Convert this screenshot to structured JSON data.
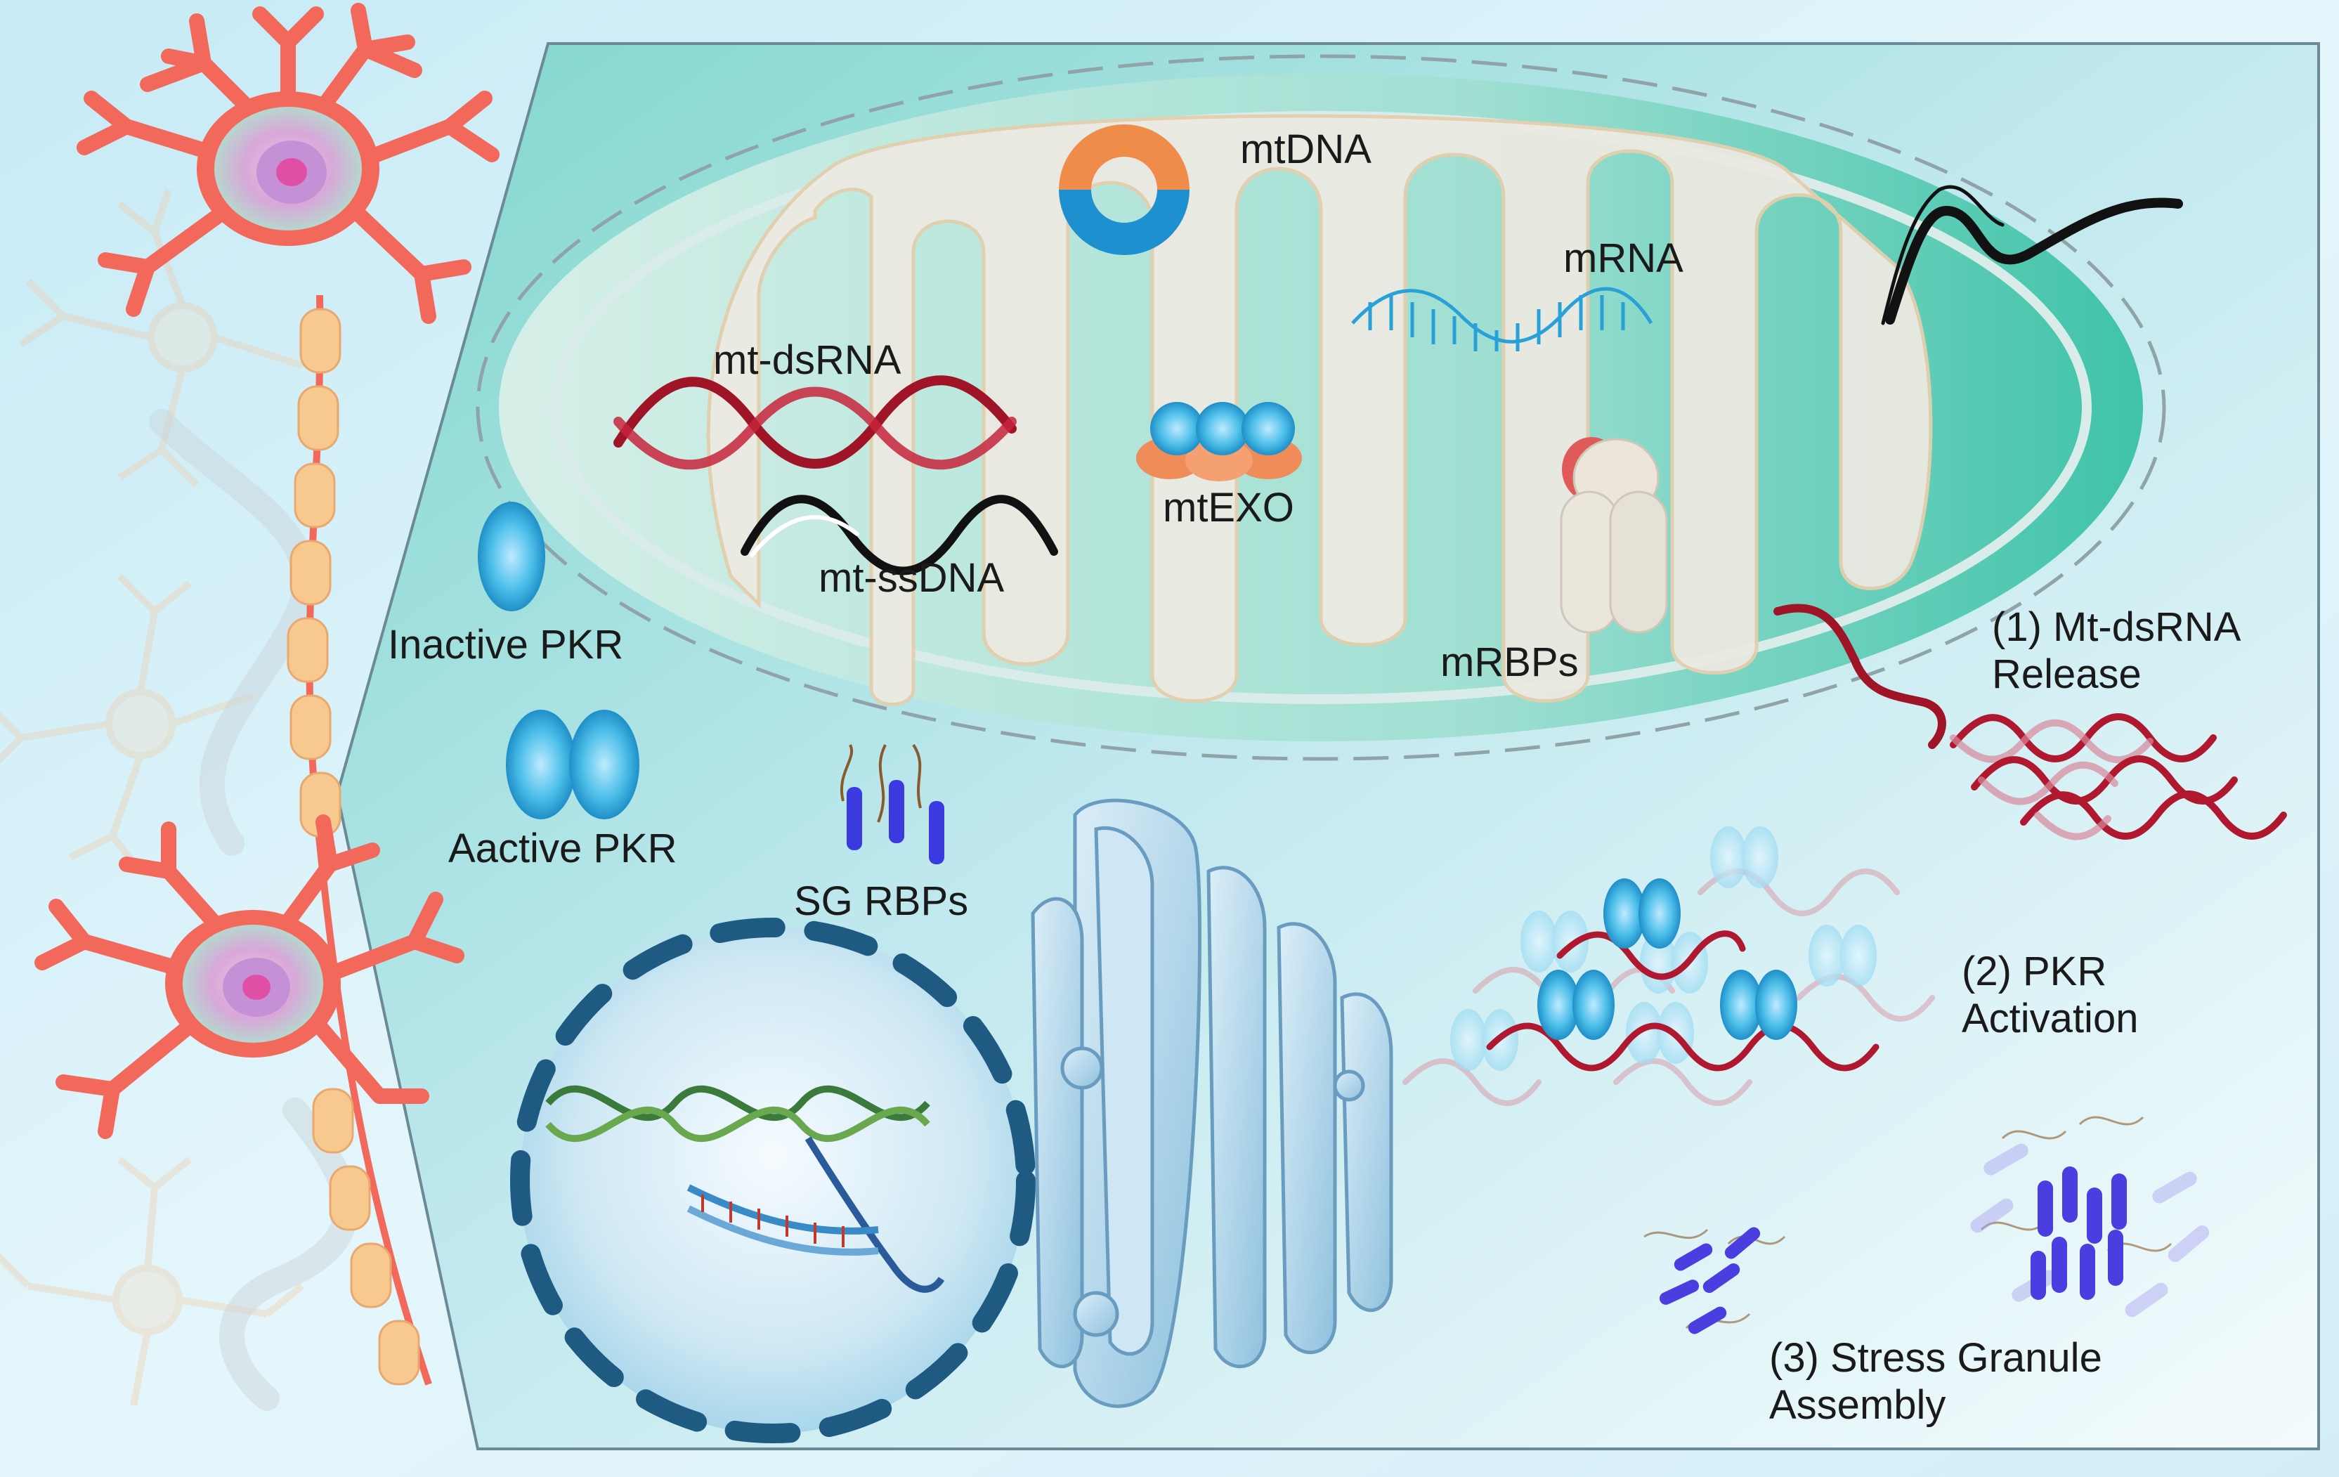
{
  "labels": {
    "mtdna": "mtDNA",
    "mrna": "mRNA",
    "mt_dsrna": "mt-dsRNA",
    "mt_ssdna": "mt-ssDNA",
    "mtexo": "mtEXO",
    "mrbps": "mRBPs",
    "inactive_pkr": "Inactive PKR",
    "active_pkr": "Aactive PKR",
    "sg_rbps": "SG RBPs"
  },
  "steps": [
    {
      "line1": "(1) Mt-dsRNA",
      "line2": "Release"
    },
    {
      "line1": "(2) PKR",
      "line2": "Activation"
    },
    {
      "line1": "(3) Stress Granule",
      "line2": "Assembly"
    }
  ],
  "colors": {
    "neuron": "#f2685a",
    "axon_segment": "#f7c98e",
    "panel_teal": "#5cc9bb",
    "mito_outer": "#3fbfa8",
    "mito_inner": "#ece9df",
    "dsrna": "#b01830",
    "pkr": "#3bb6e0",
    "sg_rbp": "#4a3ee0",
    "golgi": "#9cc8e2",
    "nucleus_border": "#1f5a82"
  },
  "icons": [
    "neuron-icon",
    "mitochondrion-icon",
    "nucleus-icon",
    "golgi-icon",
    "pkr-icon",
    "ribosome-icon",
    "rbp-icon"
  ]
}
